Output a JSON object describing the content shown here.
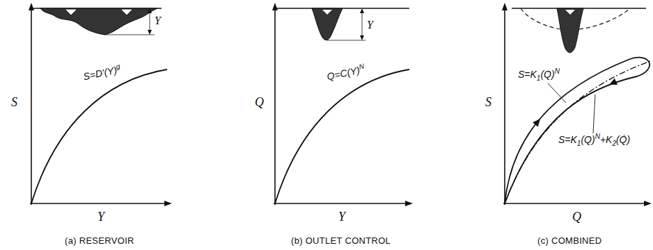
{
  "diagram": {
    "labels": [
      "S",
      "Y",
      "Y",
      "S=D'(Y)",
      "g",
      "(a) RESERVOIR",
      "Q",
      "Y",
      "Y",
      "Q=C(Y)",
      "N",
      "(b) OUTLET CONTROL",
      "S",
      "Q",
      "S=K",
      "1",
      "(Q)",
      "N",
      "S=K",
      "1",
      "(Q)",
      "N",
      "+K",
      "2",
      "(Q̇)",
      "(c) COMBINED"
    ]
  }
}
